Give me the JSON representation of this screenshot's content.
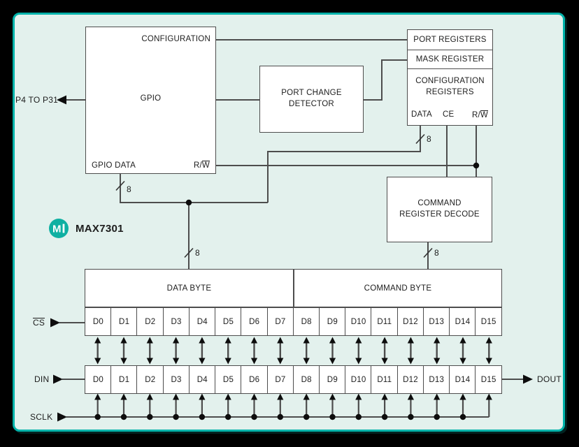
{
  "part_label": "MAX7301",
  "colors": {
    "panel_background": "#e3f1ed",
    "panel_border_teal": "#00b3aa",
    "logo_teal": "#0fb0a2",
    "wire_gray": "#4d4d4d",
    "arrow_black": "#0d0d0d",
    "box_fill": "#ffffff",
    "text": "#1d1d1d"
  },
  "signals": {
    "p4_to_p31": "P4 TO P31",
    "cs": "CS",
    "din": "DIN",
    "sclk": "SCLK",
    "dout": "DOUT",
    "bus_width": "8"
  },
  "blocks": {
    "gpio": {
      "title": "GPIO",
      "config_port": "CONFIGURATION",
      "data_port": "GPIO DATA",
      "rw_prefix": "R/",
      "rw_bar": "W"
    },
    "port_change_detector": {
      "line1": "PORT CHANGE",
      "line2": "DETECTOR"
    },
    "register_file": {
      "port": "PORT REGISTERS",
      "mask": "MASK REGISTER",
      "config_line1": "CONFIGURATION",
      "config_line2": "REGISTERS",
      "pin_data": "DATA",
      "pin_ce": "CE",
      "pin_rw_prefix": "R/",
      "pin_rw_bar": "W"
    },
    "command_decode": {
      "line1": "COMMAND",
      "line2": "REGISTER DECODE"
    },
    "instruction_register": {
      "data_byte": "DATA BYTE",
      "command_byte": "COMMAND BYTE",
      "cells": [
        "D0",
        "D1",
        "D2",
        "D3",
        "D4",
        "D5",
        "D6",
        "D7",
        "D8",
        "D9",
        "D10",
        "D11",
        "D12",
        "D13",
        "D14",
        "D15"
      ]
    },
    "shift_register": {
      "cells": [
        "D0",
        "D1",
        "D2",
        "D3",
        "D4",
        "D5",
        "D6",
        "D7",
        "D8",
        "D9",
        "D10",
        "D11",
        "D12",
        "D13",
        "D14",
        "D15"
      ]
    }
  }
}
